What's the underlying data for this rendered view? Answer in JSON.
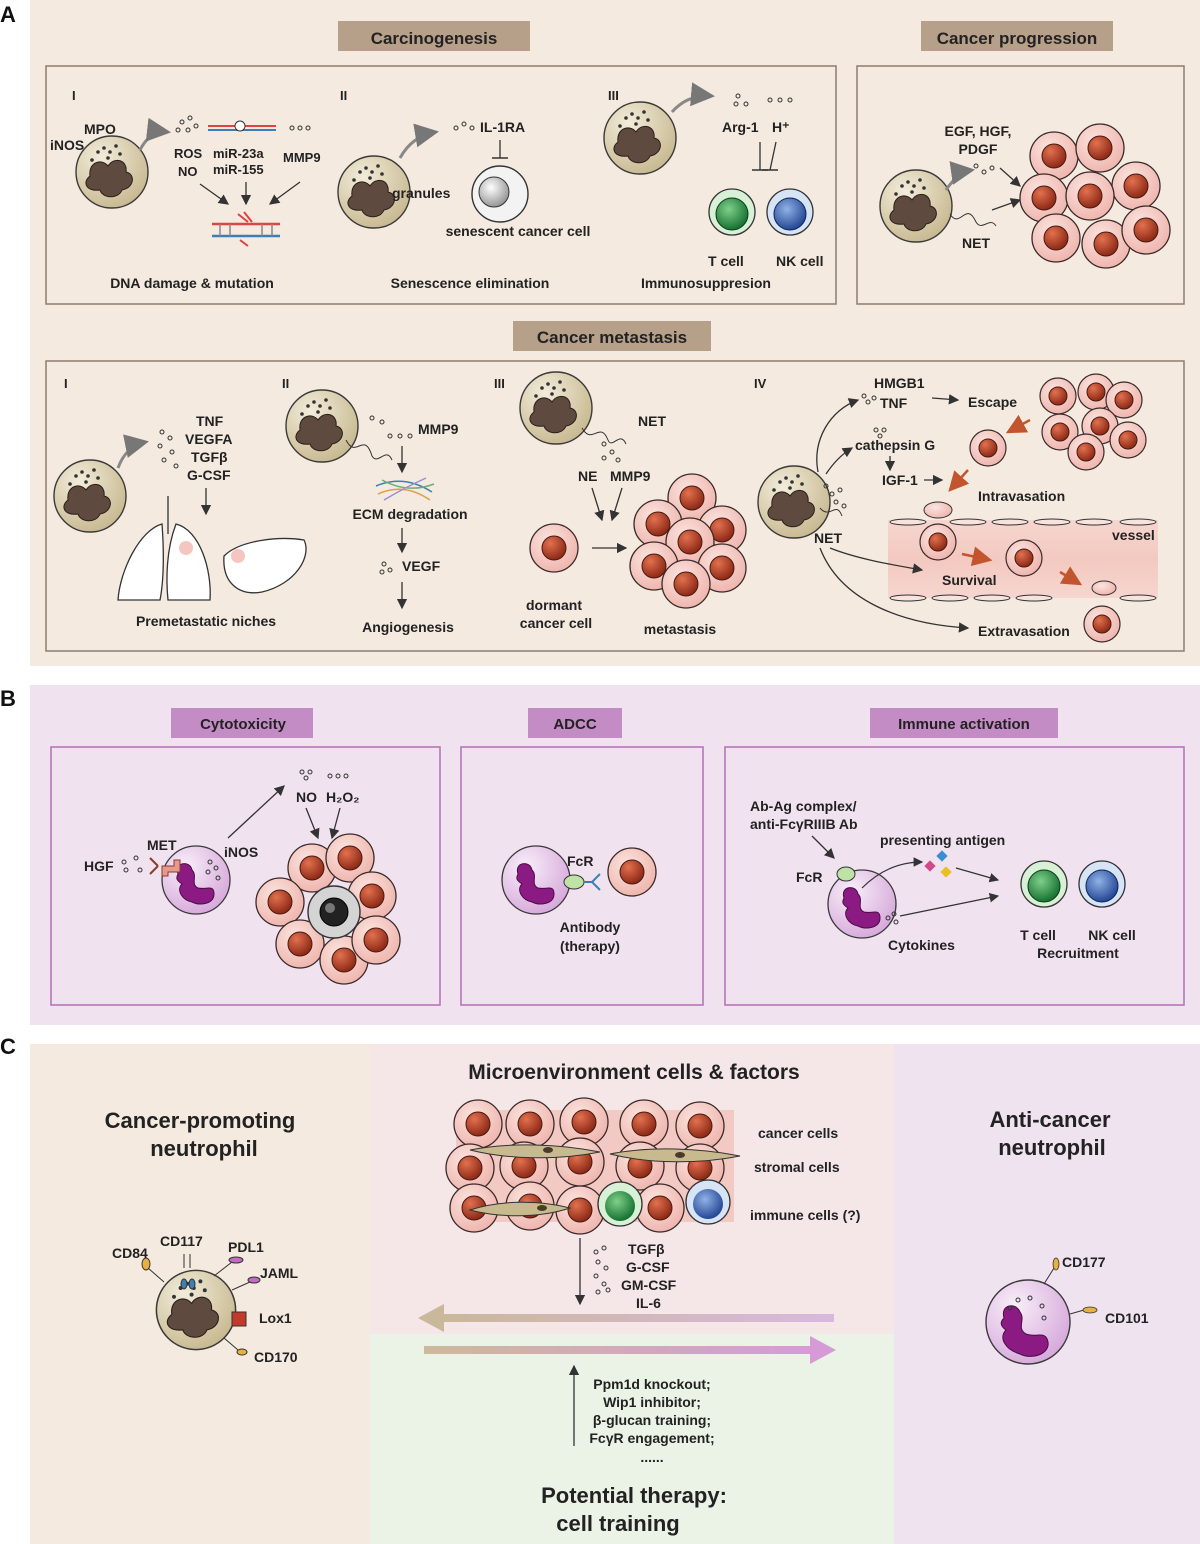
{
  "panels": {
    "A": {
      "letter": "A",
      "carcinogenesis": {
        "title": "Carcinogenesis",
        "I": {
          "roman": "I",
          "mpo": "MPO",
          "inos": "iNOS",
          "ros": "ROS",
          "no": "NO",
          "mir23a": "miR-23a",
          "mir155": "miR-155",
          "mmp9": "MMP9",
          "caption": "DNA damage & mutation"
        },
        "II": {
          "roman": "II",
          "il1ra": "IL-1RA",
          "granules": "granules",
          "senescent": "senescent cancer cell",
          "caption": "Senescence elimination"
        },
        "III": {
          "roman": "III",
          "arg1": "Arg-1",
          "h_plus": "H⁺",
          "tcell": "T cell",
          "nkcell": "NK cell",
          "caption": "Immunosuppresion"
        }
      },
      "progression": {
        "title": "Cancer progression",
        "factors_line1": "EGF, HGF,",
        "factors_line2": "PDGF",
        "net": "NET"
      },
      "metastasis": {
        "title": "Cancer metastasis",
        "I": {
          "roman": "I",
          "tnf": "TNF",
          "vegfa": "VEGFA",
          "tgfb": "TGFβ",
          "gcsf": "G-CSF",
          "caption": "Premetastatic niches"
        },
        "II": {
          "roman": "II",
          "mmp9": "MMP9",
          "ecm": "ECM degradation",
          "vegf": "VEGF",
          "caption": "Angiogenesis"
        },
        "III": {
          "roman": "III",
          "net": "NET",
          "ne": "NE",
          "mmp9": "MMP9",
          "dormant1": "dormant",
          "dormant2": "cancer cell",
          "metastasis": "metastasis"
        },
        "IV": {
          "roman": "IV",
          "hmgb1": "HMGB1",
          "tnf": "TNF",
          "escape": "Escape",
          "cathepsin": "cathepsin G",
          "igf1": "IGF-1",
          "intravasation": "Intravasation",
          "net": "NET",
          "vessel": "vessel",
          "survival": "Survival",
          "extravasation": "Extravasation"
        }
      }
    },
    "B": {
      "letter": "B",
      "cytotoxicity": {
        "title": "Cytotoxicity",
        "no": "NO",
        "h2o2": "H₂O₂",
        "met": "MET",
        "inos": "iNOS",
        "hgf": "HGF"
      },
      "adcc": {
        "title": "ADCC",
        "fcr": "FcR",
        "antibody1": "Antibody",
        "antibody2": "(therapy)"
      },
      "immune": {
        "title": "Immune activation",
        "abag1": "Ab-Ag complex/",
        "abag2": "anti-FcγRIIIB Ab",
        "presenting": "presenting antigen",
        "fcr": "FcR",
        "cytokines": "Cytokines",
        "tcell": "T cell",
        "nkcell": "NK cell",
        "recruitment": "Recruitment"
      }
    },
    "C": {
      "letter": "C",
      "promoting_line1": "Cancer-promoting",
      "promoting_line2": "neutrophil",
      "markers_left": [
        "CD84",
        "CD117",
        "PDL1",
        "JAML",
        "Lox1",
        "CD170"
      ],
      "micro_title": "Microenvironment cells & factors",
      "cancer_cells": "cancer cells",
      "stromal_cells": "stromal cells",
      "immune_cells": "immune cells (?)",
      "factors": [
        "TGFβ",
        "G-CSF",
        "GM-CSF",
        "IL-6"
      ],
      "therapies": [
        "Ppm1d knockout;",
        "Wip1 inhibitor;",
        "β-glucan training;",
        "FcγR engagement;",
        "......"
      ],
      "therapy_title1": "Potential therapy:",
      "therapy_title2": "cell training",
      "anti_line1": "Anti-cancer",
      "anti_line2": "neutrophil",
      "markers_right": [
        "CD177",
        "CD101"
      ]
    }
  },
  "colors": {
    "panelA_bg": "#f4eadf",
    "panelB_bg": "#f1e2ef",
    "panelC_left": "#f4eadf",
    "panelC_mid_top": "#f5e6e8",
    "panelC_mid_bottom": "#eaf3e6",
    "panelC_right": "#f0e3f0",
    "titleA": "#b7a08a",
    "titleB": "#c48cc4",
    "cancer_cell": "#f3c9c3",
    "nucleus": "#b23a24",
    "neutrophil_brown": "#d4c8a6",
    "neutrophil_purple": "#e3c2e6",
    "nucleus_purple": "#8b1a83"
  }
}
